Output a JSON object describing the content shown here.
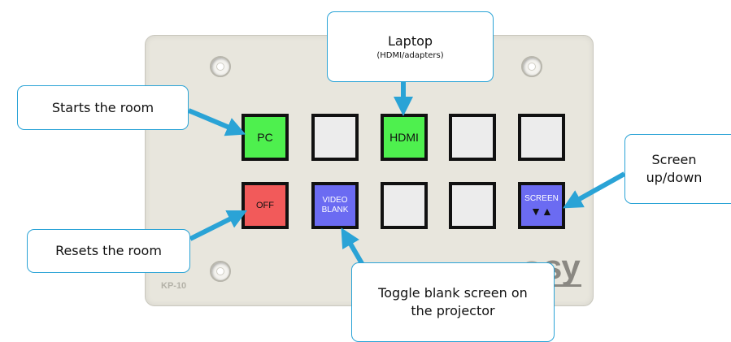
{
  "panel": {
    "model": "KP-10",
    "logo": "sy",
    "buttons_row1": [
      "PC",
      "",
      "HDMI",
      "",
      ""
    ],
    "buttons_row2": [
      "OFF",
      "VIDEO BLANK",
      "",
      "",
      "SCREEN"
    ]
  },
  "callouts": {
    "starts": "Starts the room",
    "laptop_title": "Laptop",
    "laptop_sub": "(HDMI/adapters)",
    "screen_line1": "Screen",
    "screen_line2": "up/down",
    "resets": "Resets the room",
    "toggle_line1": "Toggle blank screen on",
    "toggle_line2": "the projector"
  },
  "colors": {
    "green": "#4ef04e",
    "red": "#f25a5a",
    "blue": "#6b6bf2",
    "callout_border": "#2aa3d6",
    "arrow": "#2aa3d6"
  },
  "icons": {
    "screen_updown": "up-down-arrows-icon"
  }
}
